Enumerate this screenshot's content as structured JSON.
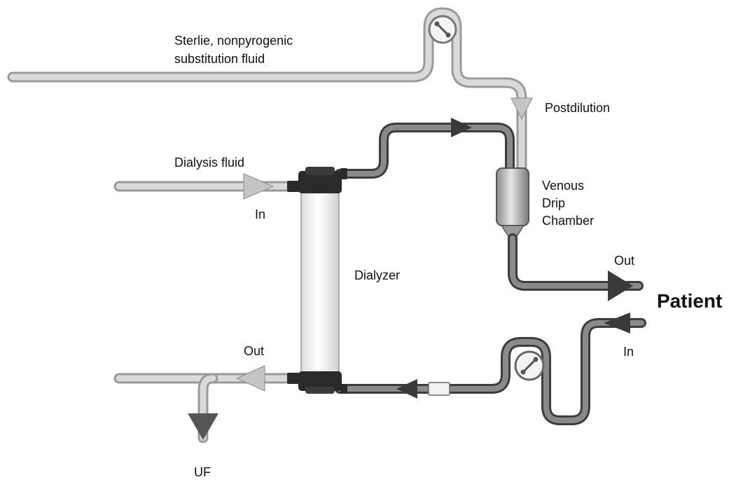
{
  "labels": {
    "substitution_line1": "Sterlie, nonpyrogenic",
    "substitution_line2": "substitution fluid",
    "postdilution": "Postdilution",
    "dialysis_fluid": "Dialysis fluid",
    "dialysis_in": "In",
    "venous_line1": "Venous",
    "venous_line2": "Drip",
    "venous_line3": "Chamber",
    "dialyzer": "Dialyzer",
    "patient_out": "Out",
    "patient": "Patient",
    "patient_in": "In",
    "dialysate_out": "Out",
    "uf": "UF"
  },
  "icons": [
    "substitution-pump-icon",
    "blood-pump-icon",
    "dialyzer-icon",
    "venous-drip-chamber-icon",
    "flow-arrow-icon"
  ],
  "colors": {
    "fluid_tube": "#d4d4d4",
    "blood_tube": "#6f6f6f",
    "arrow_dark": "#3a3a3a",
    "arrow_light": "#b8b8b8",
    "connector": "#2a2a2a",
    "dialyzer_body": "#f3f3f3"
  }
}
